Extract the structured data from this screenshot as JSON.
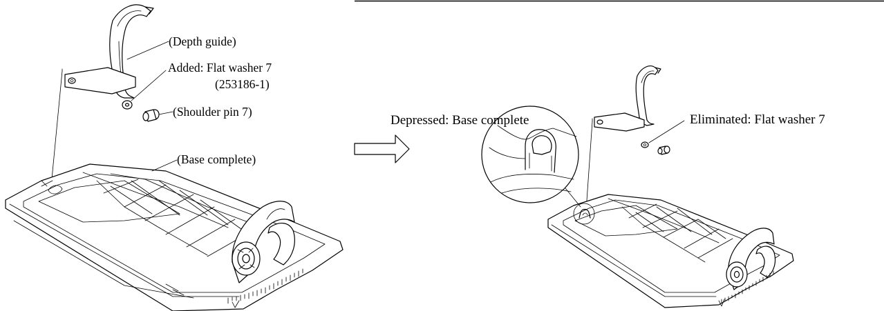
{
  "before": {
    "depth_guide_label": "(Depth guide)",
    "added_label": "Added: Flat washer 7",
    "part_number_label": "(253186-1)",
    "shoulder_pin_label": "(Shoulder pin 7)",
    "base_label": "(Base complete)"
  },
  "after": {
    "depressed_label": "Depressed: Base complete",
    "eliminated_label": "Eliminated: Flat washer 7"
  },
  "icons": {
    "transition": "right-arrow-icon",
    "detail_zoom": "magnifier-circle-icon"
  },
  "colors": {
    "line": "#000000",
    "background": "#ffffff"
  }
}
